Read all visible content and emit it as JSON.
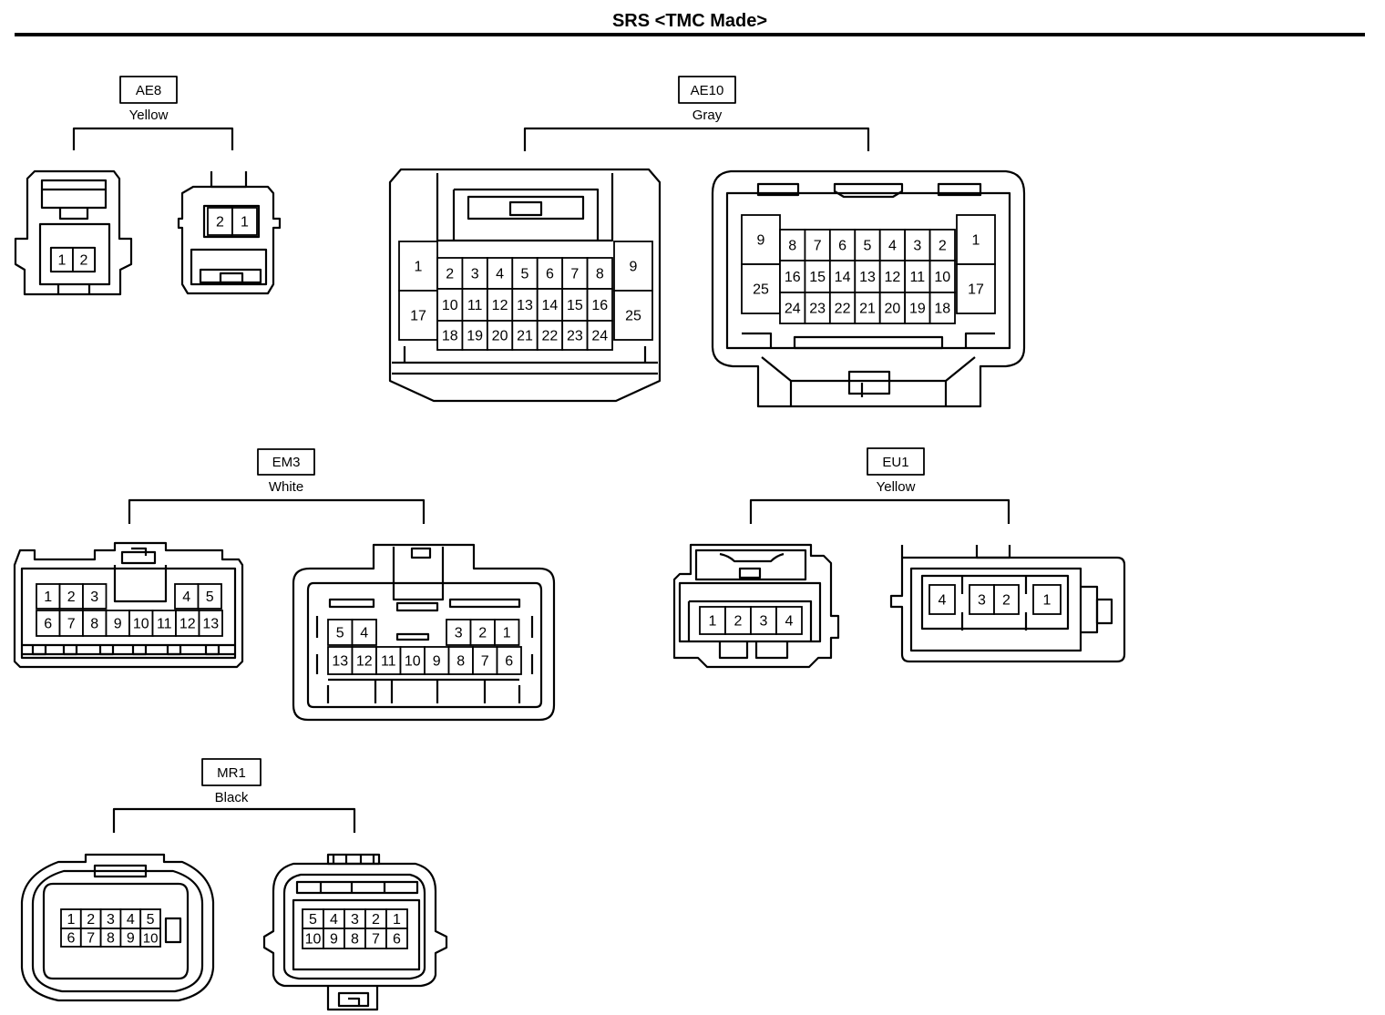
{
  "title": "SRS <TMC Made>",
  "connectors": [
    {
      "id": "AE8",
      "color": "Yellow",
      "views": [
        {
          "pins": [
            "1",
            "2"
          ]
        },
        {
          "pins": [
            "2",
            "1"
          ]
        }
      ]
    },
    {
      "id": "AE10",
      "color": "Gray",
      "views": [
        {
          "pins": [
            "1",
            "17",
            "2",
            "3",
            "4",
            "5",
            "6",
            "7",
            "8",
            "10",
            "11",
            "12",
            "13",
            "14",
            "15",
            "16",
            "18",
            "19",
            "20",
            "21",
            "22",
            "23",
            "24",
            "9",
            "25"
          ]
        },
        {
          "pins": [
            "9",
            "25",
            "8",
            "7",
            "6",
            "5",
            "4",
            "3",
            "2",
            "16",
            "15",
            "14",
            "13",
            "12",
            "11",
            "10",
            "24",
            "23",
            "22",
            "21",
            "20",
            "19",
            "18",
            "1",
            "17"
          ]
        }
      ]
    },
    {
      "id": "EM3",
      "color": "White",
      "views": [
        {
          "pins": [
            "1",
            "2",
            "3",
            "4",
            "5",
            "6",
            "7",
            "8",
            "9",
            "10",
            "11",
            "12",
            "13"
          ]
        },
        {
          "pins": [
            "5",
            "4",
            "3",
            "2",
            "1",
            "13",
            "12",
            "11",
            "10",
            "9",
            "8",
            "7",
            "6"
          ]
        }
      ]
    },
    {
      "id": "EU1",
      "color": "Yellow",
      "views": [
        {
          "pins": [
            "1",
            "2",
            "3",
            "4"
          ]
        },
        {
          "pins": [
            "4",
            "3",
            "2",
            "1"
          ]
        }
      ]
    },
    {
      "id": "MR1",
      "color": "Black",
      "views": [
        {
          "pins": [
            "1",
            "2",
            "3",
            "4",
            "5",
            "6",
            "7",
            "8",
            "9",
            "10"
          ]
        },
        {
          "pins": [
            "5",
            "4",
            "3",
            "2",
            "1",
            "10",
            "9",
            "8",
            "7",
            "6"
          ]
        }
      ]
    }
  ]
}
